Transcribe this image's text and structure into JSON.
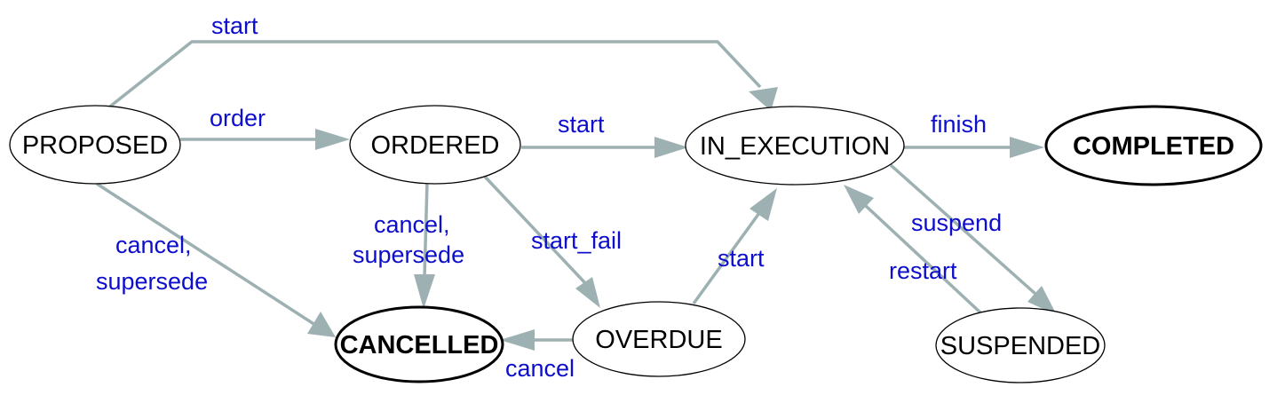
{
  "colors": {
    "edge": "#9db1b3",
    "edge_label": "#0d0dcc",
    "node_stroke": "#000000"
  },
  "nodes": {
    "proposed": {
      "label": "PROPOSED",
      "final": false
    },
    "ordered": {
      "label": "ORDERED",
      "final": false
    },
    "in_execution": {
      "label": "IN_EXECUTION",
      "final": false
    },
    "completed": {
      "label": "COMPLETED",
      "final": true
    },
    "cancelled": {
      "label": "CANCELLED",
      "final": true
    },
    "overdue": {
      "label": "OVERDUE",
      "final": false
    },
    "suspended": {
      "label": "SUSPENDED",
      "final": false
    }
  },
  "edges": [
    {
      "from": "PROPOSED",
      "to": "IN_EXECUTION",
      "label": [
        "start"
      ]
    },
    {
      "from": "PROPOSED",
      "to": "ORDERED",
      "label": [
        "order"
      ]
    },
    {
      "from": "PROPOSED",
      "to": "CANCELLED",
      "label": [
        "cancel,",
        "supersede"
      ]
    },
    {
      "from": "ORDERED",
      "to": "IN_EXECUTION",
      "label": [
        "start"
      ]
    },
    {
      "from": "ORDERED",
      "to": "CANCELLED",
      "label": [
        "cancel,",
        "supersede"
      ]
    },
    {
      "from": "ORDERED",
      "to": "OVERDUE",
      "label": [
        "start_fail"
      ]
    },
    {
      "from": "OVERDUE",
      "to": "IN_EXECUTION",
      "label": [
        "start"
      ]
    },
    {
      "from": "OVERDUE",
      "to": "CANCELLED",
      "label": [
        "cancel"
      ]
    },
    {
      "from": "IN_EXECUTION",
      "to": "COMPLETED",
      "label": [
        "finish"
      ]
    },
    {
      "from": "IN_EXECUTION",
      "to": "SUSPENDED",
      "label": [
        "suspend"
      ]
    },
    {
      "from": "SUSPENDED",
      "to": "IN_EXECUTION",
      "label": [
        "restart"
      ]
    }
  ]
}
